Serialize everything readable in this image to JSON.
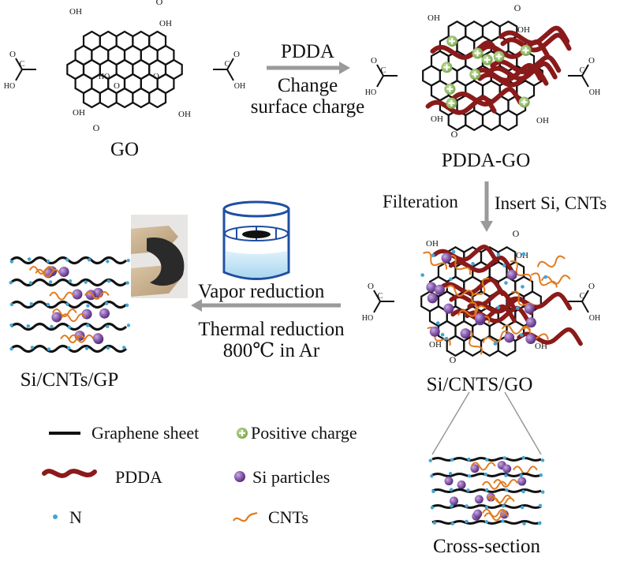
{
  "structures": {
    "go_label": "GO",
    "pdda_go_label": "PDDA-GO",
    "si_cnts_go_label": "Si/CNTS/GO",
    "si_cnts_gp_label": "Si/CNTs/GP",
    "cross_section_label": "Cross-section",
    "groups": {
      "oh": "OH",
      "ho": "HO",
      "o": "O",
      "c": "C",
      "ho_outer": "HO"
    }
  },
  "arrows": {
    "step1_top": "PDDA",
    "step1_bottom_1": "Change",
    "step1_bottom_2": "surface charge",
    "step2_left": "Filteration",
    "step2_right": "Insert Si, CNTs",
    "step3_top": "Vapor reduction",
    "step3_bottom_1": "Thermal reduction",
    "step3_bottom_2": "800℃ in Ar"
  },
  "legend": {
    "graphene": "Graphene sheet",
    "positive": "Positive charge",
    "pdda": "PDDA",
    "si": "Si particles",
    "n": "N",
    "cnts": "CNTs"
  },
  "colors": {
    "pdda": "#8b1a1a",
    "si": "#7e4fa3",
    "cnts": "#e07b1f",
    "positive": "#7fae4e",
    "n_dot": "#3fa6d6",
    "arrow": "#9a9a9a",
    "vial": "#1f4fa0"
  }
}
